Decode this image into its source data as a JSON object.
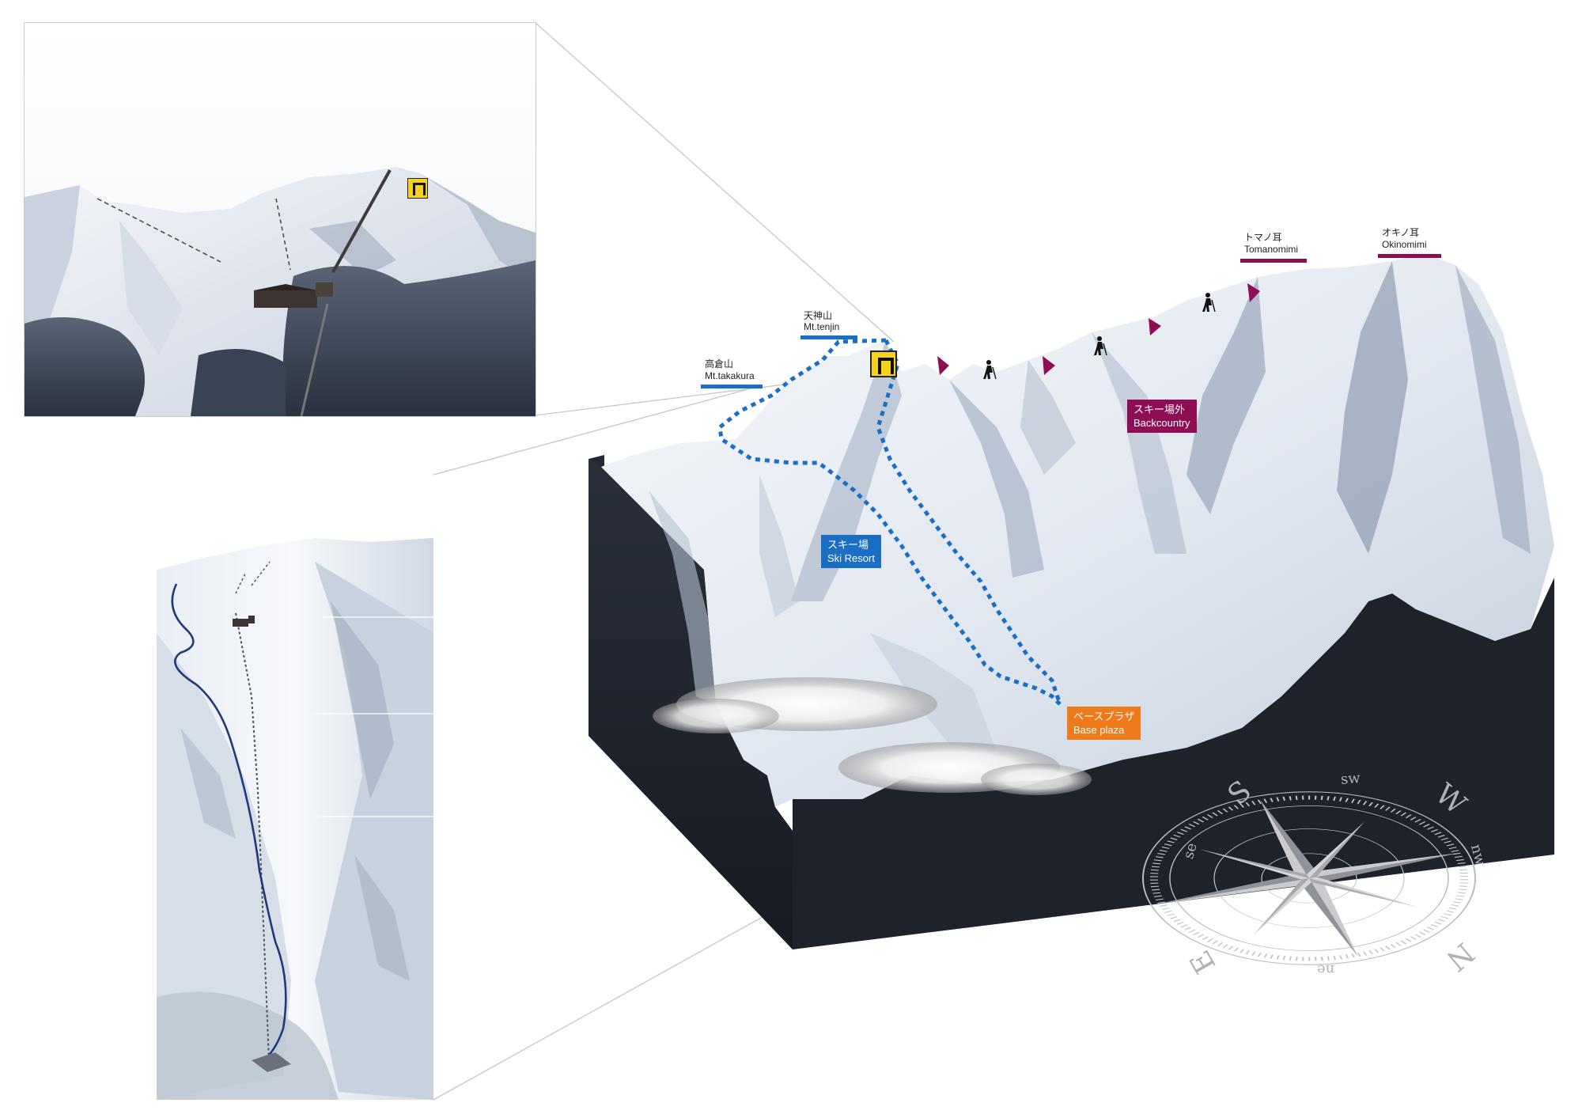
{
  "colors": {
    "resort_blue": "#1a6fc4",
    "backcountry_magenta": "#8f0d52",
    "base_orange": "#ee7a1a",
    "marker_yellow": "#f4d21f",
    "terrain_base": "#1e232c",
    "compass_gray": "#a8aaae"
  },
  "peaks": [
    {
      "id": "takakura",
      "jp": "高倉山",
      "en": "Mt.takakura",
      "color": "resort_blue"
    },
    {
      "id": "tenjin",
      "jp": "天神山",
      "en": "Mt.tenjin",
      "color": "resort_blue"
    },
    {
      "id": "tomanomimi",
      "jp": "トマノ耳",
      "en": "Tomanomimi",
      "color": "backcountry_magenta"
    },
    {
      "id": "okinomimi",
      "jp": "オキノ耳",
      "en": "Okinomimi",
      "color": "backcountry_magenta"
    }
  ],
  "areas": {
    "ski_resort": {
      "jp": "スキー場",
      "en": "Ski Resort"
    },
    "backcountry": {
      "jp": "スキー場外",
      "en": "Backcountry"
    },
    "base_plaza": {
      "jp": "ベースプラザ",
      "en": "Base plaza"
    }
  },
  "icons": {
    "gate": "gate-marker-icon",
    "hiker": "hiker-icon",
    "flag": "flag-triangle-icon",
    "compass": "compass-rose-icon"
  },
  "compass": {
    "S": "S",
    "sw": "sw",
    "W": "W",
    "nw": "nw",
    "N": "N",
    "ne": "ne",
    "E": "E",
    "se": "se"
  }
}
